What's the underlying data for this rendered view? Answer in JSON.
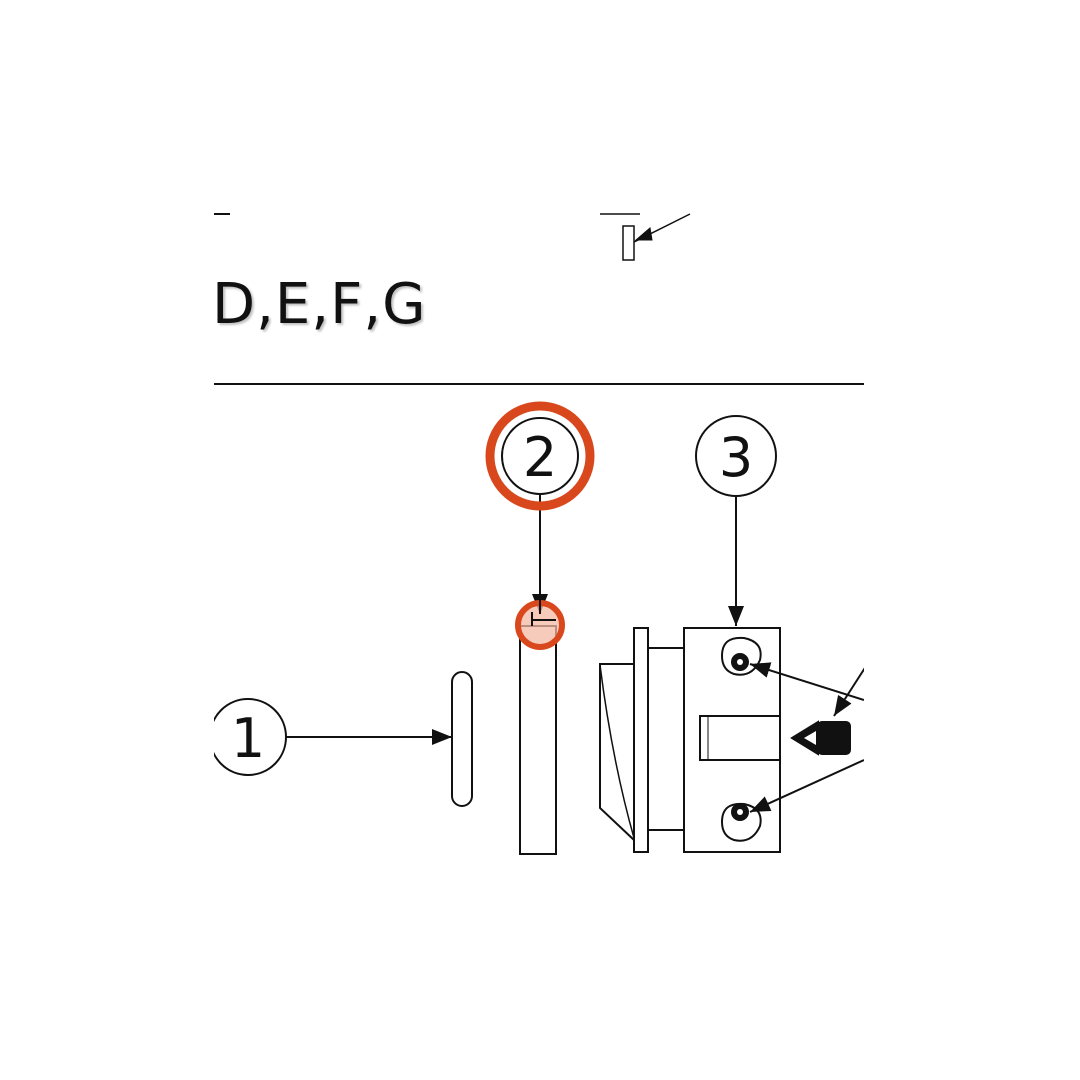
{
  "diagram": {
    "variants_label": "D,E,F,G",
    "callouts": [
      {
        "id": "1",
        "label": "1"
      },
      {
        "id": "2",
        "label": "2",
        "highlighted": true
      },
      {
        "id": "3",
        "label": "3"
      }
    ],
    "colors": {
      "line": "#111111",
      "highlight": "#d9481c",
      "highlight_fill": "#f3b9a4",
      "background": "#ffffff"
    }
  }
}
